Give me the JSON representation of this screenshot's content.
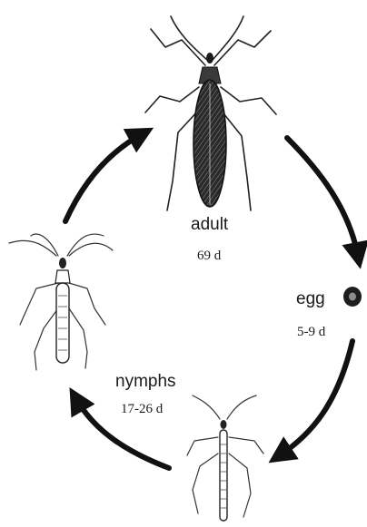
{
  "stages": {
    "adult": {
      "name": "adult",
      "duration": "69 d"
    },
    "egg": {
      "name": "egg",
      "duration": "5-9 d"
    },
    "nymphs": {
      "name": "nymphs",
      "duration": "17-26 d"
    }
  }
}
